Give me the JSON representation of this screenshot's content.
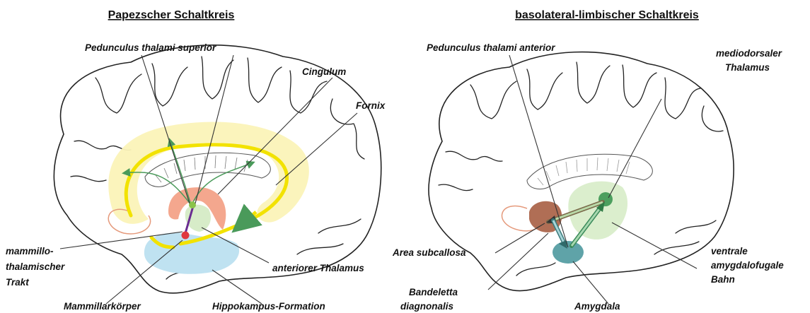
{
  "left_panel": {
    "title": "Papezscher Schaltkreis",
    "labels": {
      "pedunculus_superior": "Pedunculus thalami superior",
      "cingulum": "Cingulum",
      "fornix": "Fornix",
      "mammillo_line1": "mammillo-",
      "mammillo_line2": "thalamischer",
      "mammillo_line3": "Trakt",
      "anteriorer_thalamus": "anteriorer Thalamus",
      "mammillarkoerper": "Mammillarkörper",
      "hippokampus": "Hippokampus-Formation"
    }
  },
  "right_panel": {
    "title": "basolateral-limbischer Schaltkreis",
    "labels": {
      "pedunculus_anterior": "Pedunculus thalami anterior",
      "mediodorsaler_line1": "mediodorsaler",
      "mediodorsaler_line2": "Thalamus",
      "area_subcallosa": "Area subcallosa",
      "ventrale_line1": "ventrale",
      "ventrale_line2": "amygdalofugale",
      "ventrale_line3": "Bahn",
      "bandeletta_line1": "Bandeletta",
      "bandeletta_line2": "diagnonalis",
      "amygdala": "Amygdala"
    }
  },
  "colors": {
    "cingulate_yellow": "#fbf3b8",
    "pathway_yellow": "#f2e200",
    "hippocampus_blue": "#bfe2f1",
    "thalamus_salmon": "#f4a78e",
    "thalamus_green": "#d7ecc8",
    "arrow_green": "#5cae6e",
    "mammillary_red": "#e0383f",
    "tract_purple": "#6a2c91",
    "subcallosa_brown": "#b06e55",
    "amygdala_teal": "#5fa3a8",
    "md_thalamus_green": "#4c9f5e"
  }
}
